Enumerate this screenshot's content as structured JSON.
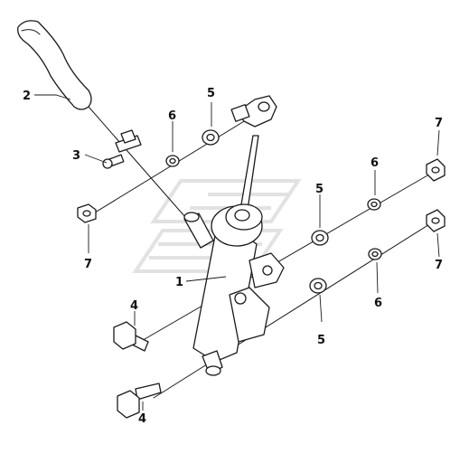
{
  "diagram": {
    "callouts": [
      {
        "id": "c2-hose",
        "text": "2"
      },
      {
        "id": "c3-clip",
        "text": "3"
      },
      {
        "id": "c6-washer-top",
        "text": "6"
      },
      {
        "id": "c5-washer-top",
        "text": "5"
      },
      {
        "id": "c7-nut-left",
        "text": "7"
      },
      {
        "id": "c7-nut-right-top",
        "text": "7"
      },
      {
        "id": "c6-washer-right-top",
        "text": "6"
      },
      {
        "id": "c5-washer-mid",
        "text": "5"
      },
      {
        "id": "c1-cylinder",
        "text": "1"
      },
      {
        "id": "c7-nut-right-bottom",
        "text": "7"
      },
      {
        "id": "c6-washer-right-bottom",
        "text": "6"
      },
      {
        "id": "c5-washer-bottom",
        "text": "5"
      },
      {
        "id": "c4-bolt-top",
        "text": "4"
      },
      {
        "id": "c4-bolt-bottom",
        "text": "4"
      }
    ],
    "colors": {
      "line": "#1a1a1a",
      "watermark": "#e2e2e2",
      "background": "#ffffff"
    }
  }
}
